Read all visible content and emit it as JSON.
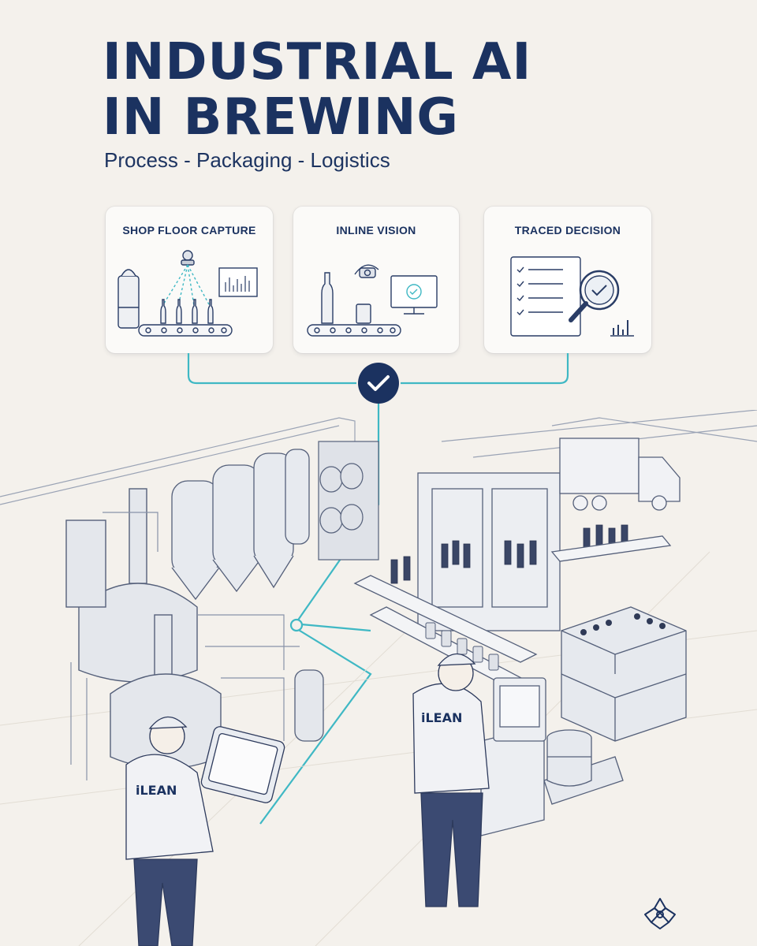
{
  "header": {
    "title_line1": "INDUSTRIAL AI",
    "title_line2": "IN BREWING",
    "subtitle": "Process - Packaging - Logistics"
  },
  "cards": [
    {
      "label": "SHOP FLOOR CAPTURE",
      "icon": "sensor-conveyor-icon"
    },
    {
      "label": "INLINE VISION",
      "icon": "camera-monitor-icon"
    },
    {
      "label": "TRACED DECISION",
      "icon": "checklist-magnifier-icon"
    }
  ],
  "scene": {
    "worker_badge_left": "iLEAN",
    "worker_badge_right": "iLEAN"
  },
  "colors": {
    "navy": "#1b3260",
    "connector": "#3fb8c4",
    "background": "#f4f1ec",
    "card": "#fbfaf8"
  }
}
